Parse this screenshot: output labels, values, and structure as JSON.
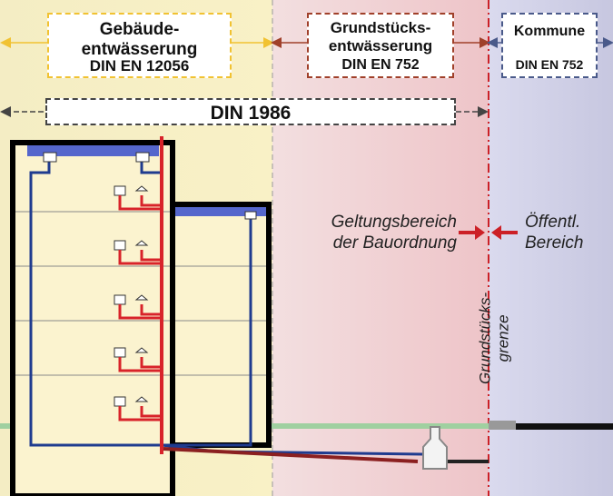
{
  "zones": {
    "gebaeude": {
      "title": "Gebäude-\nentwässerung",
      "norm": "DIN EN 12056",
      "color": "#f1c232"
    },
    "grundstueck": {
      "title": "Grundstücks-\nentwässerung",
      "norm": "DIN EN 752",
      "color": "#a0402a"
    },
    "kommune": {
      "title": "Kommune",
      "norm": "DIN EN 752",
      "color": "#4a5a8a"
    }
  },
  "din1986": "DIN 1986",
  "geltungsbereich": "Geltungsbereich\nder Bauordnung",
  "oeffentlich": "Öffentl.\nBereich",
  "grundstuecksgrenze": "Grundstücks-\ngrenze",
  "colors": {
    "zone_yellow": "#f8efc0",
    "zone_pink": "#f1cccf",
    "zone_blue": "#cfd0e6",
    "arrow_red": "#cc2026",
    "pipe_red": "#d8232a",
    "pipe_blue": "#1f3b8f",
    "ground_green": "#9fd0a0"
  }
}
